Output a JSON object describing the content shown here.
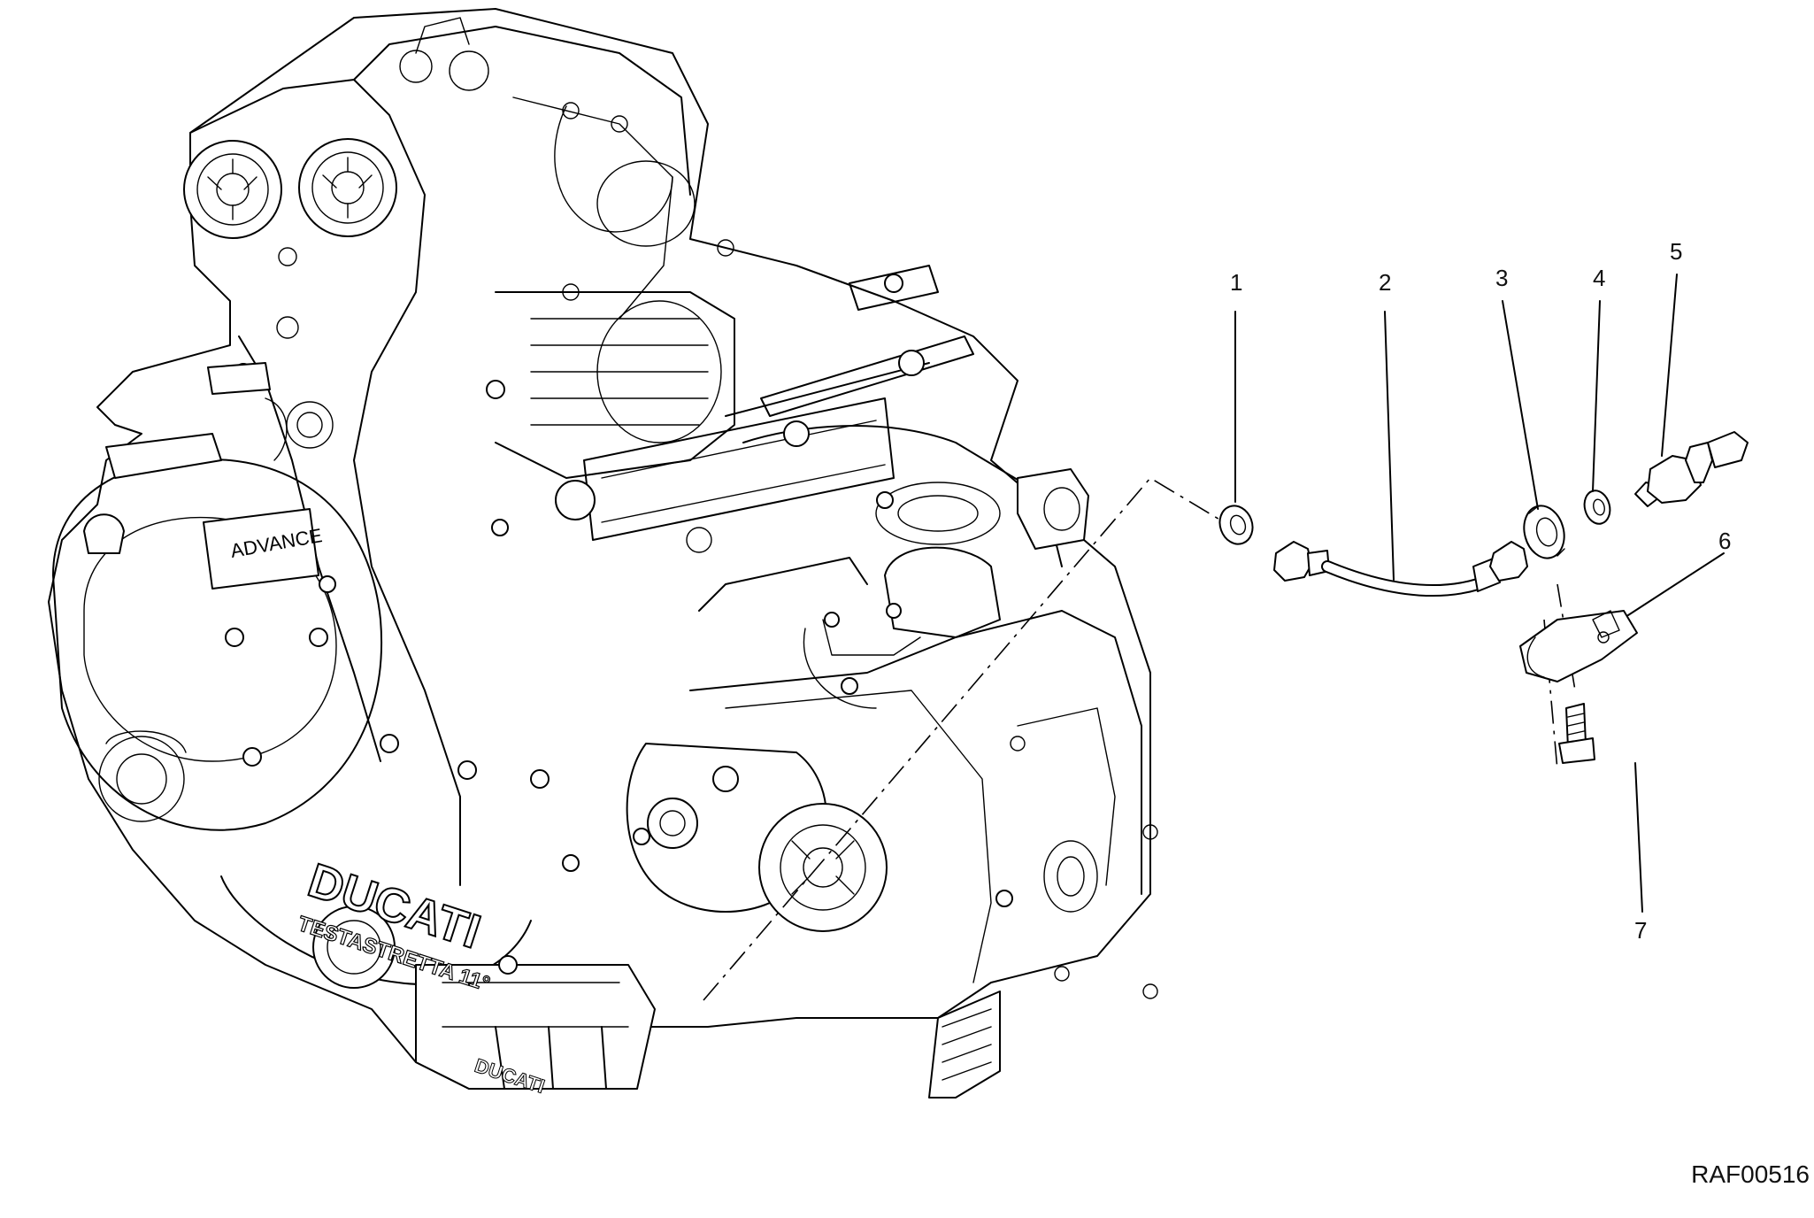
{
  "callouts": [
    {
      "id": "1",
      "label": "1"
    },
    {
      "id": "2",
      "label": "2"
    },
    {
      "id": "3",
      "label": "3"
    },
    {
      "id": "4",
      "label": "4"
    },
    {
      "id": "5",
      "label": "5"
    },
    {
      "id": "6",
      "label": "6"
    },
    {
      "id": "7",
      "label": "7"
    }
  ],
  "engine_markings": {
    "brand": "DUCATI",
    "model": "TESTASTRETTA 11°",
    "sump_brand": "DUCATI",
    "oil_brand": "ADVANCE"
  },
  "reference_code": "RAF00516",
  "icons": {
    "engine": "engine-drawing-icon",
    "hose": "oil-hose-icon",
    "sensor": "sensor-icon",
    "bracket": "bracket-icon",
    "bolt": "bolt-icon"
  }
}
